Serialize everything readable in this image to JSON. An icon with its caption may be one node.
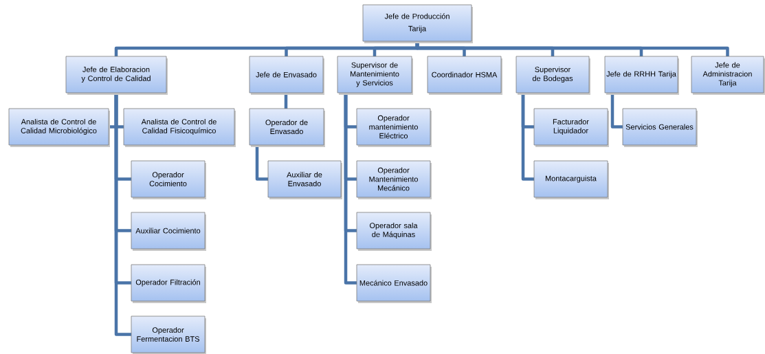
{
  "diagram": {
    "nodes": [
      {
        "text": [
          "Jefe de Producción",
          "Tarija"
        ]
      },
      {
        "text": [
          "Jefe de Elaboracion y Control de Calidad"
        ]
      },
      {
        "text": [
          "Jefe de Envasado"
        ]
      },
      {
        "text": [
          "Supervisor de Mantenimiento y Servicios"
        ]
      },
      {
        "text": [
          "Coordinador HSMA"
        ]
      },
      {
        "text": [
          "Supervisor de Bodegas"
        ]
      },
      {
        "text": [
          "Jefe de RRHH Tarija"
        ]
      },
      {
        "text": [
          "Jefe de Administracion Tarija"
        ]
      },
      {
        "text": [
          "Analista de Control de Calidad Microbiológico"
        ]
      },
      {
        "text": [
          "Analista de Control de Calidad Fisicoquímico"
        ]
      },
      {
        "text": [
          "Operador Cocimiento"
        ]
      },
      {
        "text": [
          "Auxiliar Cocimiento"
        ]
      },
      {
        "text": [
          "Operador Filtración"
        ]
      },
      {
        "text": [
          "Operador Fermentacion BTS"
        ]
      },
      {
        "text": [
          "Operador de Envasado"
        ]
      },
      {
        "text": [
          "Auxiliar de Envasado"
        ]
      },
      {
        "text": [
          "Operador mantenimiento Eléctrico"
        ]
      },
      {
        "text": [
          "Operador Mantenimiento Mecánico"
        ]
      },
      {
        "text": [
          "Operador sala de Máquinas"
        ]
      },
      {
        "text": [
          "Mecánico Envasado"
        ]
      },
      {
        "text": [
          "Facturador Liquidador"
        ]
      },
      {
        "text": [
          "Montacarguista"
        ]
      },
      {
        "text": [
          "Servicios Generales"
        ]
      }
    ],
    "edges": [
      {
        "from": 0,
        "to": 1,
        "arrow": "none"
      },
      {
        "from": 0,
        "to": 2,
        "arrow": "none"
      },
      {
        "from": 0,
        "to": 3,
        "arrow": "none"
      },
      {
        "from": 0,
        "to": 4,
        "arrow": "none"
      },
      {
        "from": 0,
        "to": 5,
        "arrow": "none"
      },
      {
        "from": 0,
        "to": 6,
        "arrow": "none"
      },
      {
        "from": 0,
        "to": 7,
        "arrow": "none"
      },
      {
        "from": 1,
        "to": 8,
        "arrow": "none"
      },
      {
        "from": 1,
        "to": 9,
        "arrow": "none"
      },
      {
        "from": 1,
        "to": 10,
        "arrow": "none"
      },
      {
        "from": 1,
        "to": 11,
        "arrow": "none"
      },
      {
        "from": 1,
        "to": 12,
        "arrow": "none"
      },
      {
        "from": 1,
        "to": 13,
        "arrow": "none"
      },
      {
        "from": 2,
        "to": 14,
        "arrow": "none"
      },
      {
        "from": 14,
        "to": 15,
        "arrow": "none"
      },
      {
        "from": 3,
        "to": 16,
        "arrow": "none"
      },
      {
        "from": 3,
        "to": 17,
        "arrow": "none"
      },
      {
        "from": 3,
        "to": 18,
        "arrow": "none"
      },
      {
        "from": 3,
        "to": 19,
        "arrow": "none"
      },
      {
        "from": 5,
        "to": 20,
        "arrow": "none"
      },
      {
        "from": 5,
        "to": 21,
        "arrow": "none"
      },
      {
        "from": 6,
        "to": 22,
        "arrow": "none"
      }
    ]
  }
}
